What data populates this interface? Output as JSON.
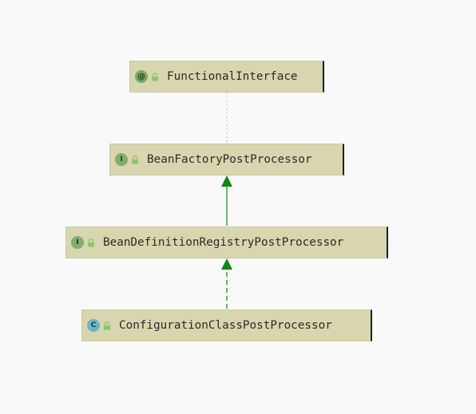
{
  "diagram": {
    "nodes": [
      {
        "id": "functional-interface",
        "name": "FunctionalInterface",
        "kind": "annotation",
        "badge": "@"
      },
      {
        "id": "bean-factory-post-processor",
        "name": "BeanFactoryPostProcessor",
        "kind": "interface",
        "badge": "I"
      },
      {
        "id": "bean-definition-registry-post-processor",
        "name": "BeanDefinitionRegistryPostProcessor",
        "kind": "interface",
        "badge": "I"
      },
      {
        "id": "configuration-class-post-processor",
        "name": "ConfigurationClassPostProcessor",
        "kind": "class",
        "badge": "C"
      }
    ],
    "edges": [
      {
        "from": "bean-factory-post-processor",
        "to": "functional-interface",
        "type": "annotated-by"
      },
      {
        "from": "bean-definition-registry-post-processor",
        "to": "bean-factory-post-processor",
        "type": "extends"
      },
      {
        "from": "configuration-class-post-processor",
        "to": "bean-definition-registry-post-processor",
        "type": "implements"
      }
    ],
    "colors": {
      "node_fill": "#d7d6ae",
      "edge_extends": "#118811",
      "edge_annotation": "#b8b8a0",
      "background": "#f9f9f9"
    }
  }
}
